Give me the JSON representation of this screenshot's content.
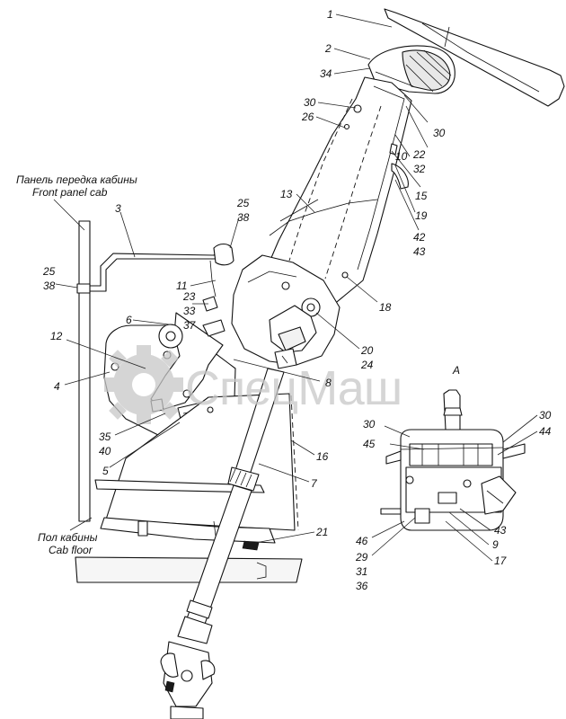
{
  "captions": {
    "front_panel_ru": "Панель передка кабины",
    "front_panel_en": "Front panel cab",
    "floor_ru": "Пол кабины",
    "floor_en": "Cab floor",
    "view_a": "A"
  },
  "watermark": {
    "text": "СпецМаш",
    "color": "#c8c8c8"
  },
  "callouts": {
    "n1": "1",
    "n2": "2",
    "n34": "34",
    "n30a": "30",
    "n26": "26",
    "n30b": "30",
    "n22": "22",
    "n10": "10",
    "n32": "32",
    "n15": "15",
    "n19": "19",
    "n42": "42",
    "n43a": "43",
    "n13": "13",
    "n3": "3",
    "n25a": "25",
    "n38a": "38",
    "n25b": "25",
    "n38b": "38",
    "n11": "11",
    "n23": "23",
    "n33": "33",
    "n37": "37",
    "n6": "6",
    "n12": "12",
    "n4": "4",
    "n18": "18",
    "n20": "20",
    "n24": "24",
    "n8": "8",
    "n35": "35",
    "n40": "40",
    "n5": "5",
    "n16": "16",
    "n7": "7",
    "n21": "21",
    "n30c": "30",
    "n30d": "30",
    "n45": "45",
    "n44": "44",
    "n46": "46",
    "n29": "29",
    "n31": "31",
    "n36": "36",
    "n43b": "43",
    "n9": "9",
    "n17": "17"
  }
}
